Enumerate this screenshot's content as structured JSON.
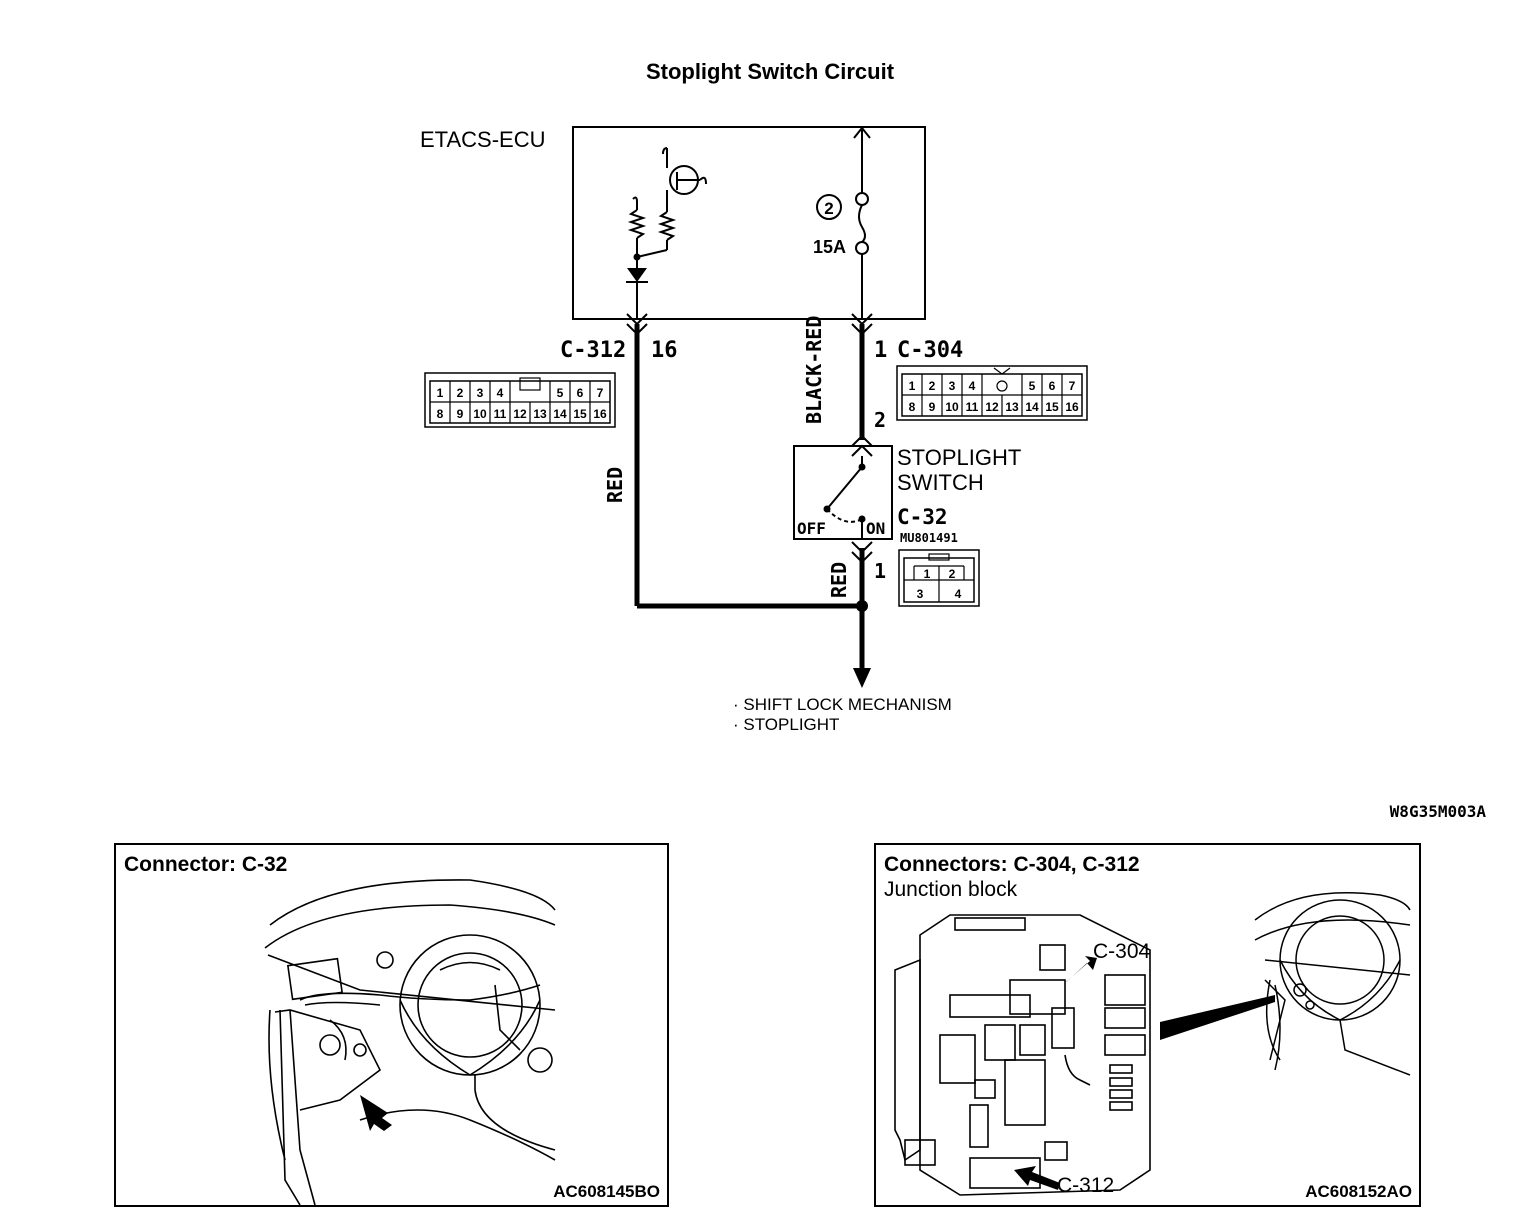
{
  "title": "Stoplight Switch Circuit",
  "ecu": {
    "label": "ETACS-ECU",
    "fuse_number": "2",
    "fuse_rating": "15A"
  },
  "connector_c312": {
    "id": "C-312",
    "terminal": "16",
    "pins_top": [
      "1",
      "2",
      "3",
      "4",
      "5",
      "6",
      "7"
    ],
    "pins_bottom": [
      "8",
      "9",
      "10",
      "11",
      "12",
      "13",
      "14",
      "15",
      "16"
    ]
  },
  "connector_c304": {
    "id": "C-304",
    "terminal": "1",
    "pins_top": [
      "1",
      "2",
      "3",
      "4",
      "5",
      "6",
      "7"
    ],
    "pins_bottom": [
      "8",
      "9",
      "10",
      "11",
      "12",
      "13",
      "14",
      "15",
      "16"
    ]
  },
  "wires": {
    "left": "RED",
    "upper_right": "BLACK-RED",
    "lower_right": "RED"
  },
  "switch": {
    "name_line1": "STOPLIGHT",
    "name_line2": "SWITCH",
    "connector": "C-32",
    "part_no": "MU801491",
    "off": "OFF",
    "on": "ON",
    "terminal_top": "2",
    "terminal_bottom": "1",
    "pins": [
      "1",
      "2",
      "3",
      "4"
    ]
  },
  "outputs": [
    "· SHIFT LOCK MECHANISM",
    "· STOPLIGHT"
  ],
  "figure_code": "W8G35M003A",
  "panel_left": {
    "title": "Connector: C-32",
    "code": "AC608145BO"
  },
  "panel_right": {
    "title": "Connectors: C-304, C-312",
    "subtitle": "Junction block",
    "label_upper": "C-304",
    "label_lower": "C-312",
    "code": "AC608152AO"
  }
}
